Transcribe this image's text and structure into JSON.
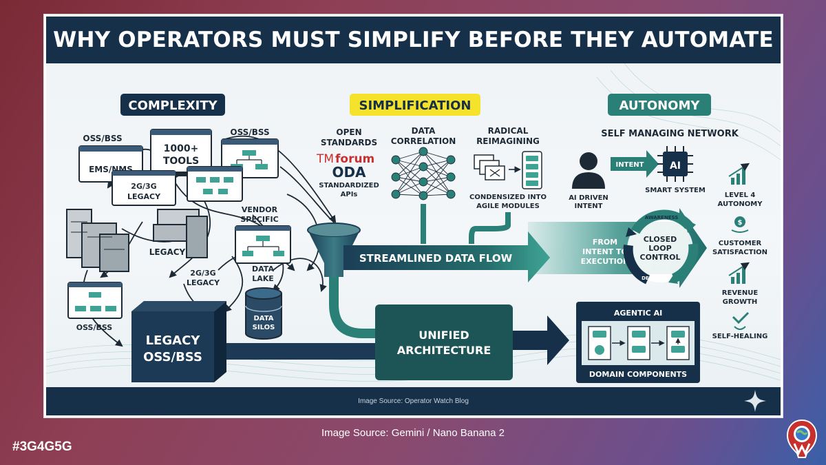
{
  "title": "WHY OPERATORS MUST SIMPLIFY BEFORE THEY AUTOMATE",
  "footer_source": "Image Source: Operator Watch Blog",
  "caption": "Image Source: Gemini / Nano Banana 2",
  "hashtag": "#3G4G5G",
  "colors": {
    "navy": "#163049",
    "teal": "#2a7f77",
    "yellow": "#f5e22a",
    "background": "#eef3f6"
  },
  "sections": {
    "complexity": {
      "heading": "COMPLEXITY",
      "oss_bss_top_left": "OSS/BSS",
      "ems_nms": "EMS/NMS",
      "tools_line1": "1000+",
      "tools_line2": "TOOLS",
      "oss_bss_top_right": "OSS/BSS",
      "legacy_2g3g_top_line1": "2G/3G",
      "legacy_2g3g_top_line2": "LEGACY",
      "vendor_line1": "VENDOR",
      "vendor_line2": "SPECIFIC",
      "legacy": "LEGACY",
      "legacy_2g3g_mid_line1": "2G/3G",
      "legacy_2g3g_mid_line2": "LEGACY",
      "data_lake_line1": "DATA",
      "data_lake_line2": "LAKE",
      "data_silos_line1": "DATA",
      "data_silos_line2": "SILOS",
      "oss_bss_bottom": "OSS/BSS",
      "legacy_box_line1": "LEGACY",
      "legacy_box_line2": "OSS/BSS"
    },
    "simplification": {
      "heading": "SIMPLIFICATION",
      "open_line1": "OPEN",
      "open_line2": "STANDARDS",
      "tm": "TM",
      "forum": "forum",
      "oda": "ODA",
      "std_line1": "STANDARDIZED",
      "std_line2": "APIs",
      "data_line1": "DATA",
      "data_line2": "CORRELATION",
      "radical_line1": "RADICAL",
      "radical_line2": "REIMAGINING",
      "condensed_line1": "CONDENSIZED INTO",
      "condensed_line2": "AGILE MODULES",
      "flow": "STREAMLINED DATA FLOW",
      "unified_line1": "UNIFIED",
      "unified_line2": "ARCHITECTURE"
    },
    "autonomy": {
      "heading": "AUTONOMY",
      "self_managing": "SELF MANAGING NETWORK",
      "intent": "INTENT",
      "ai": "AI",
      "smart_system": "SMART SYSTEM",
      "ai_driven_line1": "AI DRIVEN",
      "ai_driven_line2": "INTENT",
      "from_line1": "FROM",
      "from_line2": "INTENT TO",
      "from_line3": "EXECUTION",
      "awareness": "AWARENESS",
      "decision": "DECISION",
      "closed_line1": "CLOSED",
      "closed_line2": "LOOP",
      "closed_line3": "CONTROL",
      "agentic": "AGENTIC AI",
      "domain": "DOMAIN COMPONENTS",
      "level_line1": "LEVEL 4",
      "level_line2": "AUTONOMY",
      "customer_line1": "CUSTOMER",
      "customer_line2": "SATISFACTION",
      "revenue_line1": "REVENUE",
      "revenue_line2": "GROWTH",
      "self_healing": "SELF-HEALING"
    }
  },
  "icons": [
    "monitor-icon",
    "server-icon",
    "database-icon",
    "funnel-icon",
    "neural-network-icon",
    "modules-icon",
    "person-icon",
    "ai-chip-icon",
    "growth-chart-icon",
    "money-icon",
    "healing-icon",
    "cycle-icon",
    "sparkle-icon",
    "logo-icon"
  ]
}
